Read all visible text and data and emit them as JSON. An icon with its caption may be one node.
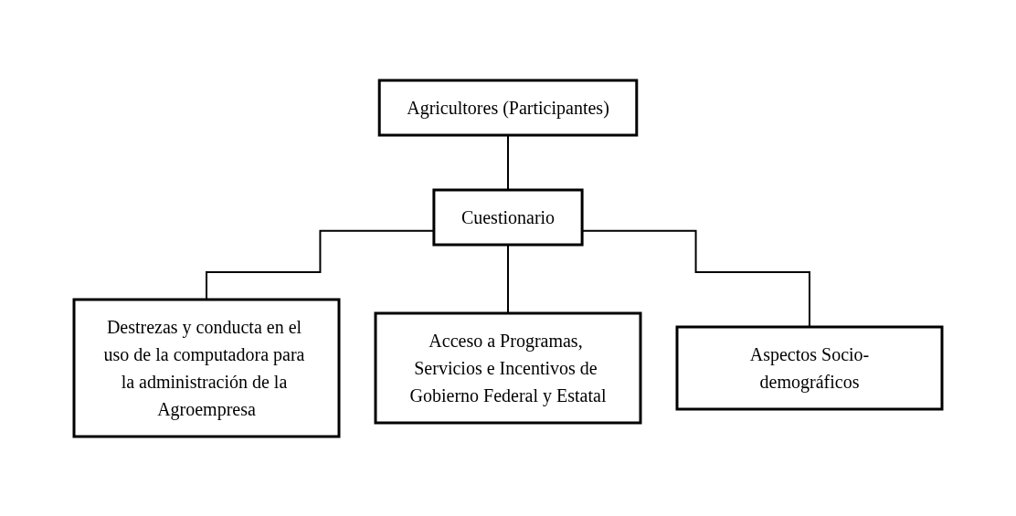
{
  "diagram": {
    "nodes": [
      {
        "text": [
          "Agricultores (Participantes)"
        ]
      },
      {
        "text": [
          "Cuestionario"
        ]
      },
      {
        "text": [
          "Destrezas y conducta en el uso de la computadora para la administración de la Agroempresa"
        ]
      },
      {
        "text": [
          "Acceso a Programas, Servicios e Incentivos de Gobierno Federal y Estatal"
        ]
      },
      {
        "text": [
          "Aspectos Socio-demográficos"
        ]
      }
    ],
    "edges": [
      {
        "from": 0,
        "to": 1,
        "arrow": "none"
      },
      {
        "from": 1,
        "to": 2,
        "arrow": "none"
      },
      {
        "from": 1,
        "to": 3,
        "arrow": "none"
      },
      {
        "from": 1,
        "to": 4,
        "arrow": "none"
      }
    ]
  }
}
